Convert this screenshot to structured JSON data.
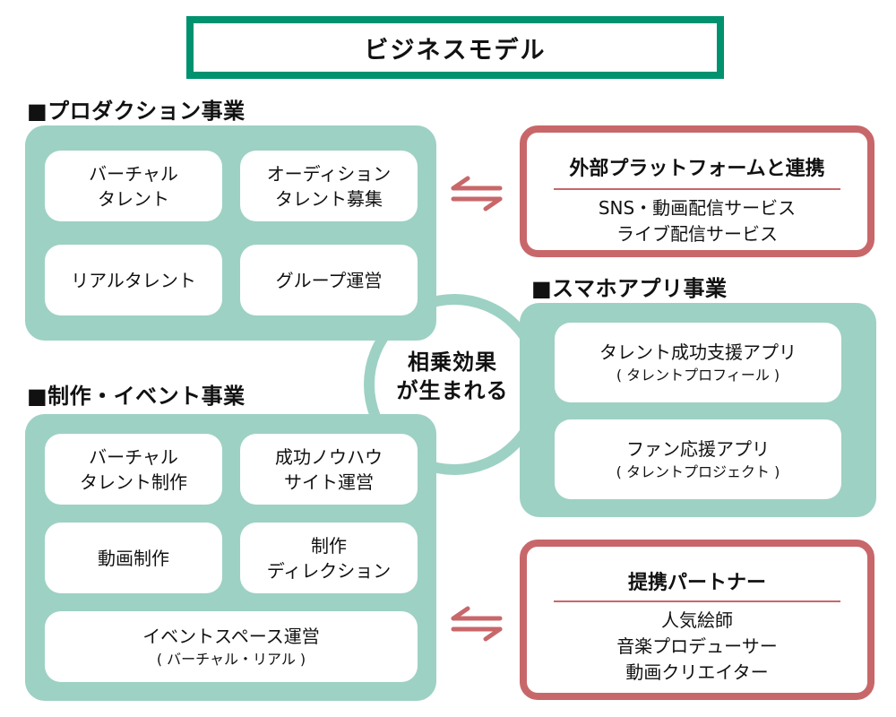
{
  "title": "ビジネスモデル",
  "production": {
    "heading": "■プロダクション事業",
    "items": [
      {
        "line1": "バーチャル",
        "line2": "タレント"
      },
      {
        "line1": "オーディション",
        "line2": "タレント募集"
      },
      {
        "line1": "リアルタレント",
        "line2": ""
      },
      {
        "line1": "グループ運営",
        "line2": ""
      }
    ]
  },
  "creation_event": {
    "heading": "■制作・イベント事業",
    "items": [
      {
        "line1": "バーチャル",
        "line2": "タレント制作"
      },
      {
        "line1": "成功ノウハウ",
        "line2": "サイト運営"
      },
      {
        "line1": "動画制作",
        "line2": ""
      },
      {
        "line1": "制作",
        "line2": "ディレクション"
      },
      {
        "line1": "イベントスペース運営",
        "line2": "( バーチャル・リアル )"
      }
    ]
  },
  "synergy": {
    "line1": "相乗効果",
    "line2": "が生まれる"
  },
  "smartphone_app": {
    "heading": "■スマホアプリ事業",
    "items": [
      {
        "line1": "タレント成功支援アプリ",
        "line2": "( タレントプロフィール )"
      },
      {
        "line1": "ファン応援アプリ",
        "line2": "( タレントプロジェクト )"
      }
    ]
  },
  "external_platform": {
    "heading": "外部プラットフォームと連携",
    "lines": [
      "SNS・動画配信サービス",
      "ライブ配信サービス"
    ]
  },
  "partners": {
    "heading": "提携パートナー",
    "lines": [
      "人気絵師",
      "音楽プロデューサー",
      "動画クリエイター"
    ]
  },
  "colors": {
    "title_border": "#00916e",
    "panel_fill": "#9dd1c3",
    "partner_border": "#c8676a",
    "arrow": "#c8676a"
  },
  "icons": {
    "exchange_arrows": "left-right-harpoon-arrows"
  }
}
